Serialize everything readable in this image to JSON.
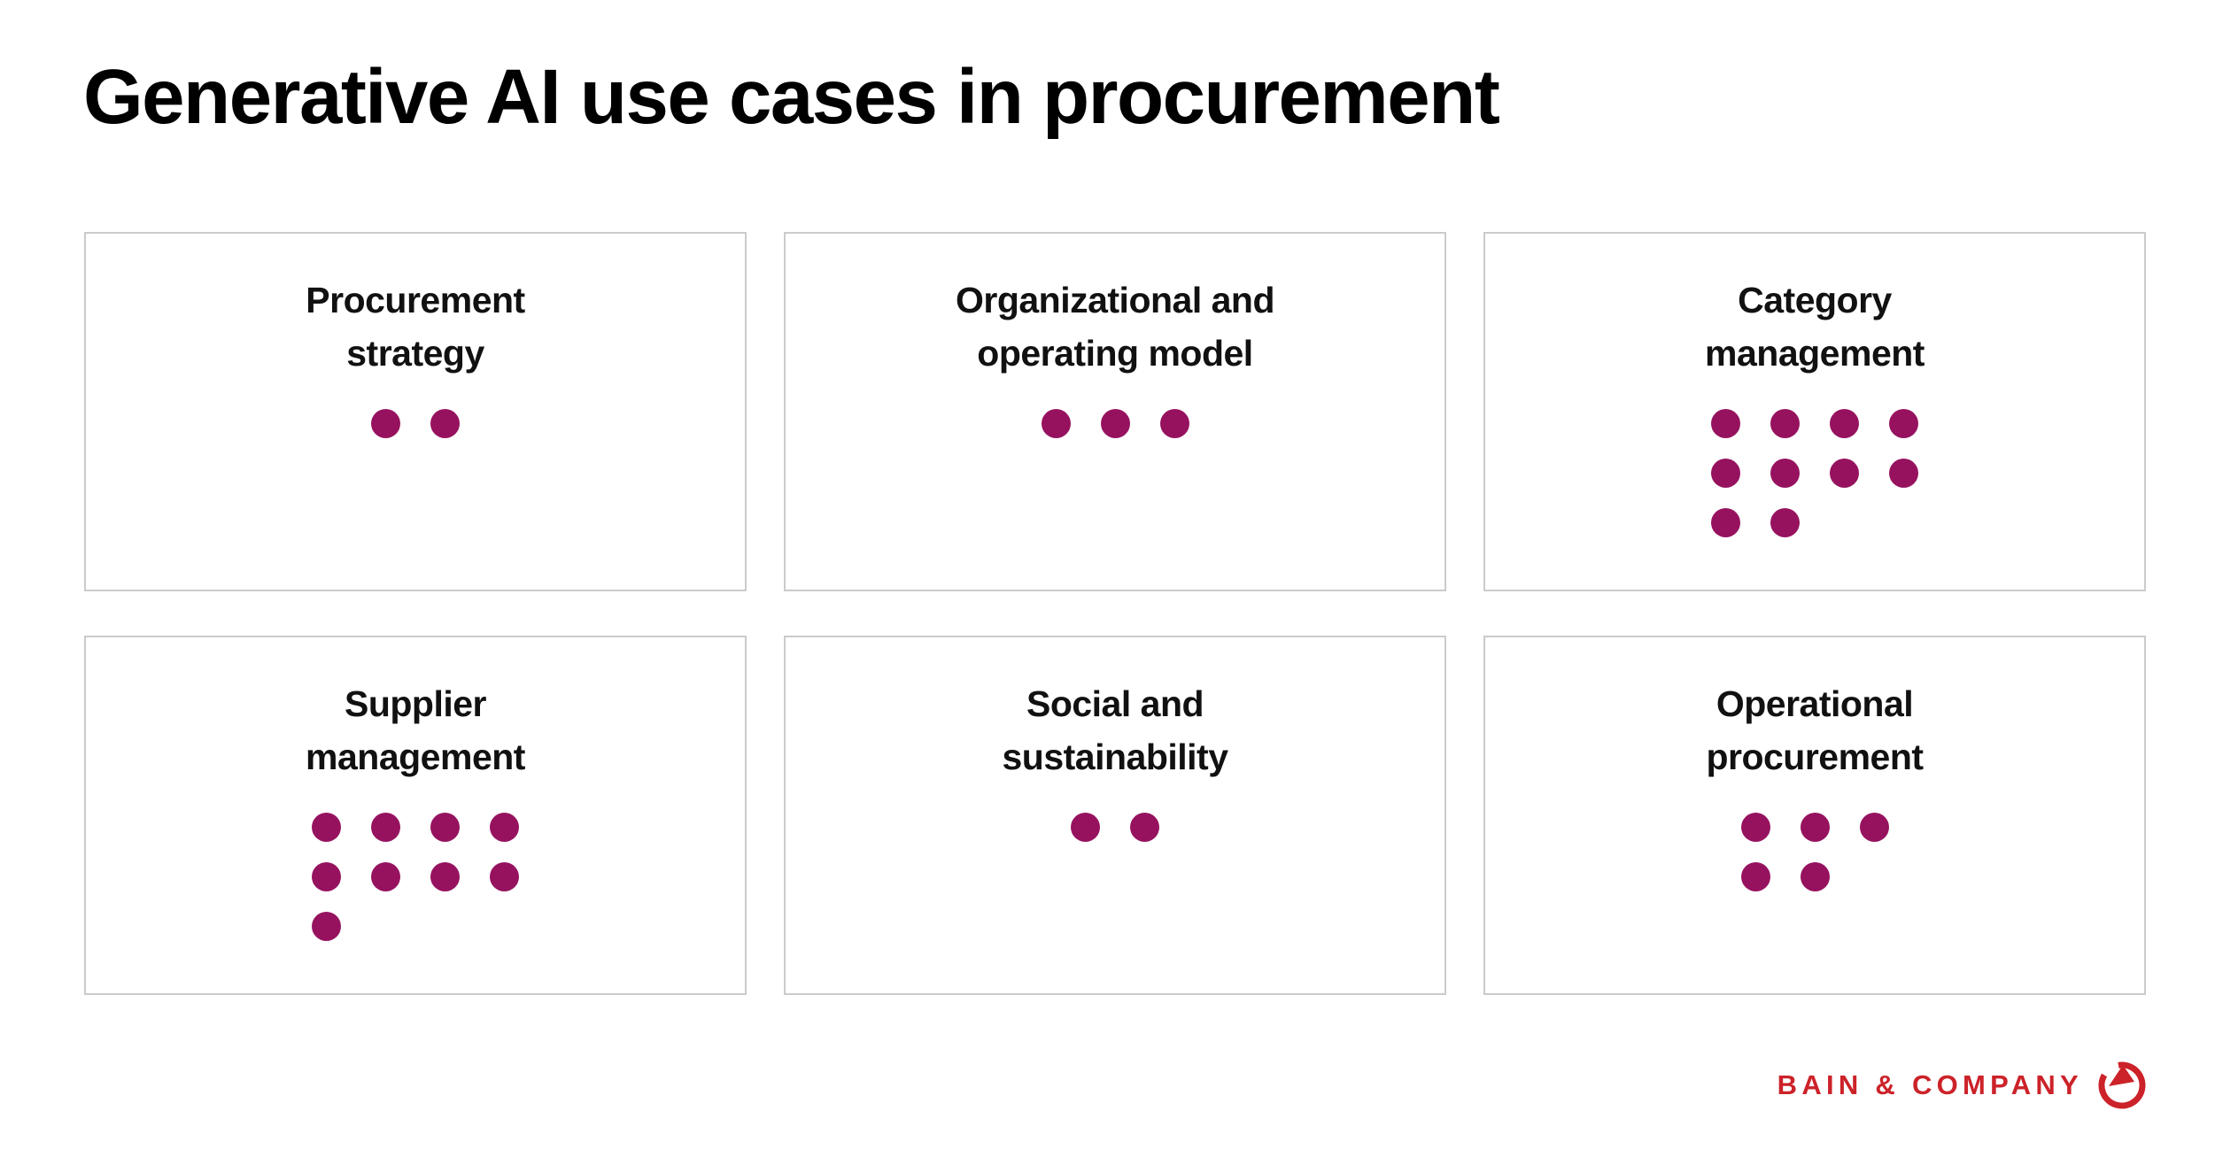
{
  "slide": {
    "title": "Generative AI use cases in procurement"
  },
  "cards": [
    {
      "title": "Procurement\nstrategy",
      "dot_rows": [
        2
      ],
      "dot_total": 2
    },
    {
      "title": "Organizational and\noperating model",
      "dot_rows": [
        3
      ],
      "dot_total": 3
    },
    {
      "title": "Category\nmanagement",
      "dot_rows": [
        4,
        4,
        2
      ],
      "dot_total": 10
    },
    {
      "title": "Supplier\nmanagement",
      "dot_rows": [
        4,
        4,
        1
      ],
      "dot_total": 9
    },
    {
      "title": "Social and\nsustainability",
      "dot_rows": [
        2
      ],
      "dot_total": 2
    },
    {
      "title": "Operational\nprocurement",
      "dot_rows": [
        3,
        2
      ],
      "dot_total": 5
    }
  ],
  "footer": {
    "logo_text": "BAIN & COMPANY",
    "logo_icon": "bain-compass-icon"
  },
  "colors": {
    "background": "#FFFFFF",
    "dot": "#96125F",
    "logo_red": "#CC2229",
    "card_border": "#CBCBCB",
    "title_text": "#000000"
  }
}
